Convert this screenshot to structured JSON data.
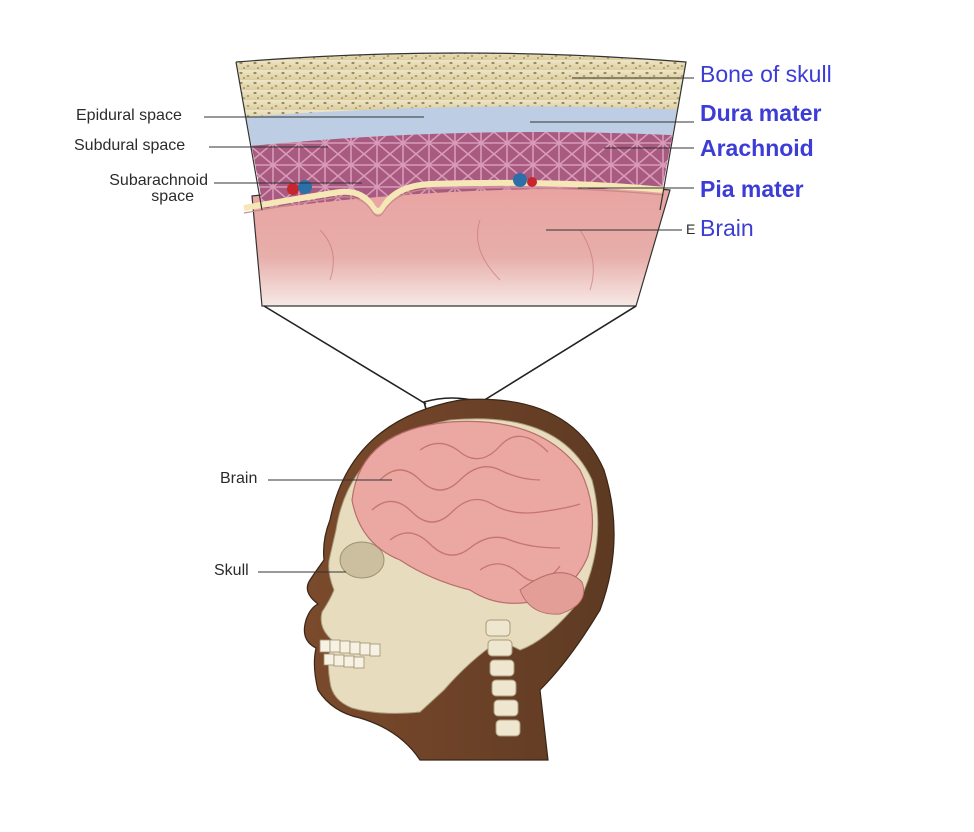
{
  "left_labels": {
    "epidural": "Epidural space",
    "subdural": "Subdural space",
    "subarachnoid_line1": "Subarachnoid",
    "subarachnoid_line2": "space",
    "brain": "Brain",
    "skull": "Skull"
  },
  "right_labels": {
    "bone_of_skull": "Bone of skull",
    "dura_mater": "Dura mater",
    "arachnoid": "Arachnoid",
    "pia_mater": "Pia mater",
    "brain": "Brain",
    "brain_fragment": "E"
  },
  "colors": {
    "label_blue": "#3c3cd6",
    "label_dark": "#2b2b2b",
    "bone": "#e4d7ad",
    "dura": "#b9cde6",
    "arachnoid": "#a4547b",
    "pia": "#f2e3b0",
    "brain_tissue": "#e79b99",
    "skin": "#8b5a3a"
  }
}
